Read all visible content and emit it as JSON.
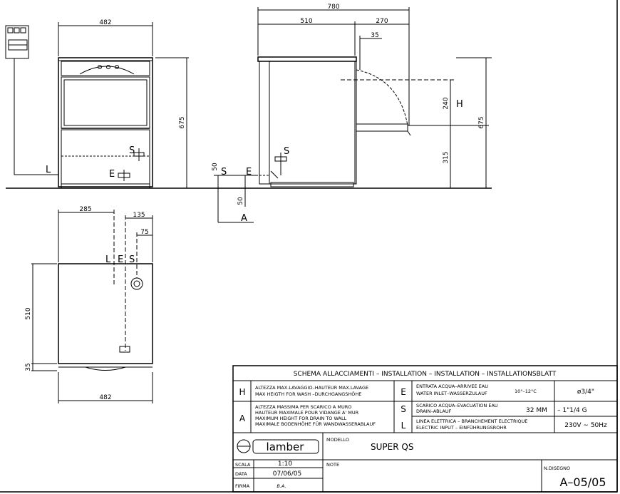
{
  "front_view": {
    "width_dim": "482",
    "height_dim": "675",
    "label_l": "L",
    "label_s": "S",
    "label_e": "E"
  },
  "side_view": {
    "total_dim": "780",
    "dim_510": "510",
    "dim_270": "270",
    "dim_35": "35",
    "dim_240": "240",
    "dim_315": "315",
    "height_dim": "675",
    "label_h": "H",
    "label_s": "S",
    "label_e": "E",
    "dim_50_top": "50",
    "dim_50_bottom": "50",
    "label_a": "A",
    "label_s_inner": "S"
  },
  "top_view": {
    "dim_285": "285",
    "dim_135": "135",
    "dim_75": "75",
    "label_l": "L",
    "label_e": "E",
    "label_s": "S",
    "dim_510": "510",
    "dim_35": "35",
    "width_dim": "482"
  },
  "title_block": {
    "header": "SCHEMA ALLACCIAMENTI  –  INSTALLATION  –  INSTALLATION  –  INSTALLATIONSBLATT",
    "h_code": "H",
    "h_line1": "ALTEZZA MAX.LAVAGGIO–HAUTEUR MAX.LAVAGE",
    "h_line2": "MAX HEIGTH FOR WASH –DURCHGANGSHÖHE",
    "a_code": "A",
    "a_line1": "ALTEZZA MASSIMA PER SCARICO A MURO",
    "a_line2": "HAUTEUR MAXIMALE POUR VIDANGE A' MUR",
    "a_line3": "MAXIMUM HEIGHT FOR DRAIN TO WALL",
    "a_line4": "MAXIMALE BODENHÖHE FÜR WANDWASSERABLAUF",
    "e_code": "E",
    "e_line1": "ENTRATA ACQUA–ARRIVEE EAU",
    "e_line2": "WATER INLET–WASSERZULAUF",
    "e_temp": "10°–12°C",
    "e_value": "ø3/4\"",
    "s_code": "S",
    "s_line1": "SCARICO ACQUA–EVACUATION EAU",
    "s_line2": "DRAIN–ABLAUF",
    "s_mm": "32 MM",
    "s_value": "– 1\"1/4 G",
    "l_code": "L",
    "l_line1": "LINEA ELETTRICA – BRANCHEMENT ELECTRIQUE",
    "l_line2": "ELECTRIC INPUT – EINFÜHRUNGSROHR",
    "l_value": "230V ∼ 50Hz",
    "brand": "lamber",
    "modello_label": "MODELLO",
    "modello_value": "SUPER QS",
    "scala_label": "SCALA",
    "scala_value": "1:10",
    "data_label": "DATA",
    "data_value": "07/06/05",
    "firma_label": "FIRMA",
    "firma_value": "B.A.",
    "note_label": "NOTE",
    "disegno_label": "N.DISEGNO",
    "disegno_value": "A–05/05"
  }
}
